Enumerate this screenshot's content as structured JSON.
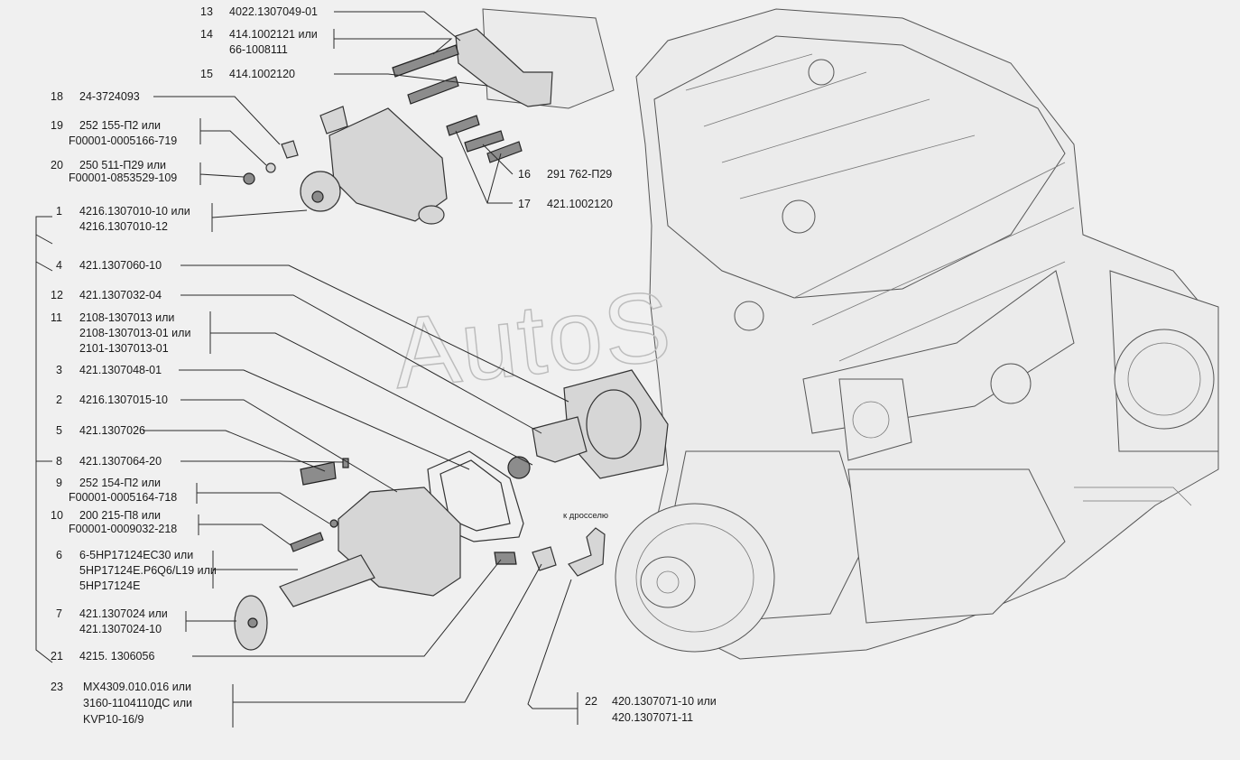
{
  "watermark": "AutoS",
  "note_label": "к дросселю",
  "callouts": [
    {
      "num": "13",
      "lines": [
        "4022.1307049-01"
      ]
    },
    {
      "num": "14",
      "lines": [
        "414.1002121 или",
        "66-1008111"
      ]
    },
    {
      "num": "15",
      "lines": [
        "414.1002120"
      ]
    },
    {
      "num": "18",
      "lines": [
        "24-3724093"
      ]
    },
    {
      "num": "19",
      "lines": [
        "252 155-П2 или",
        "F00001-0005166-719"
      ]
    },
    {
      "num": "20",
      "lines": [
        "250 511-П29 или",
        "F00001-0853529-109"
      ]
    },
    {
      "num": "1",
      "lines": [
        "4216.1307010-10 или",
        "4216.1307010-12"
      ]
    },
    {
      "num": "16",
      "lines": [
        "291 762-П29"
      ]
    },
    {
      "num": "17",
      "lines": [
        "421.1002120"
      ]
    },
    {
      "num": "4",
      "lines": [
        "421.1307060-10"
      ]
    },
    {
      "num": "12",
      "lines": [
        "421.1307032-04"
      ]
    },
    {
      "num": "11",
      "lines": [
        "2108-1307013 или",
        "2108-1307013-01 или",
        "2101-1307013-01"
      ]
    },
    {
      "num": "3",
      "lines": [
        "421.1307048-01"
      ]
    },
    {
      "num": "2",
      "lines": [
        "4216.1307015-10"
      ]
    },
    {
      "num": "5",
      "lines": [
        "421.1307026"
      ]
    },
    {
      "num": "8",
      "lines": [
        "421.1307064-20"
      ]
    },
    {
      "num": "9",
      "lines": [
        "252 154-П2 или",
        "F00001-0005164-718"
      ]
    },
    {
      "num": "10",
      "lines": [
        "200 215-П8 или",
        "F00001-0009032-218"
      ]
    },
    {
      "num": "6",
      "lines": [
        "6-5НР17124ЕС30 или",
        "5НР17124Е.Р6Q6/L19 или",
        "5НР17124Е"
      ]
    },
    {
      "num": "7",
      "lines": [
        "421.1307024 или",
        "421.1307024-10"
      ]
    },
    {
      "num": "21",
      "lines": [
        "4215. 1306056"
      ]
    },
    {
      "num": "23",
      "lines": [
        "МХ4309.010.016 или",
        "3160-1104110ДС или",
        "KVP10-16/9"
      ]
    },
    {
      "num": "22",
      "lines": [
        "420.1307071-10 или",
        "420.1307071-11"
      ]
    }
  ]
}
